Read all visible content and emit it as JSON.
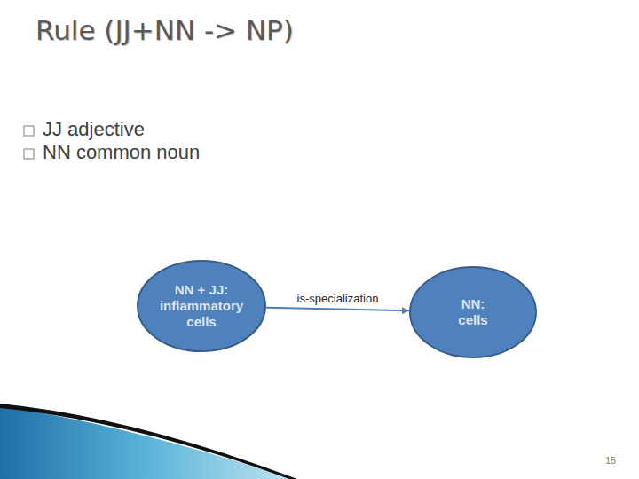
{
  "diagram": {
    "title": "Rule (JJ+NN -> NP)",
    "nodes": [
      {
        "text": [
          "NN + JJ:",
          "inflammatory cells"
        ]
      },
      {
        "text": [
          "NN:",
          "cells"
        ]
      }
    ],
    "edges": [
      {
        "from": 0,
        "to": 1,
        "label": "is-specialization",
        "arrow": "to"
      }
    ],
    "labels": [
      "JJ adjective",
      "NN common noun",
      "15"
    ]
  }
}
